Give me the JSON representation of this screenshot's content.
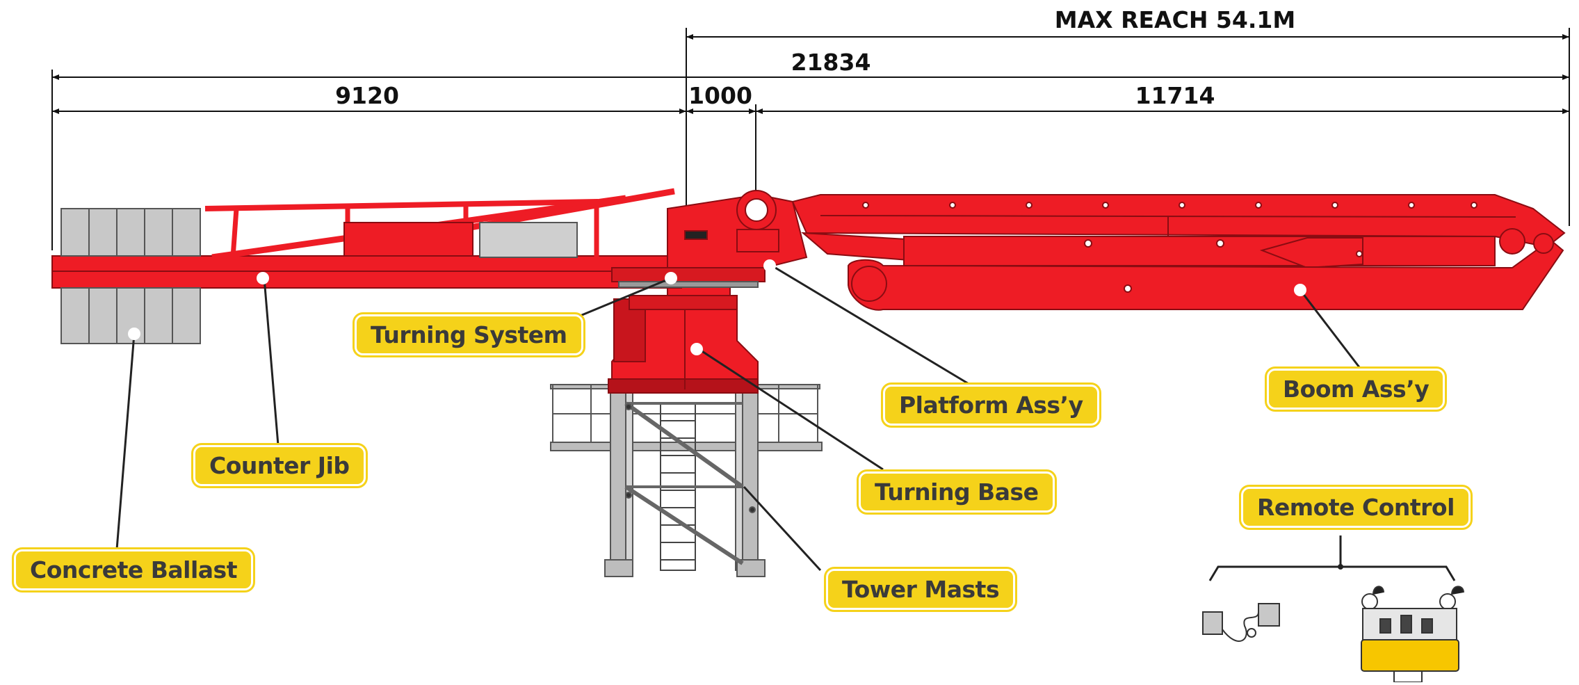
{
  "dimensions": {
    "max_reach": "MAX REACH 54.1M",
    "total": "21834",
    "counter_jib_length": "9120",
    "offset": "1000",
    "boom_length": "11714"
  },
  "labels": {
    "turning_system": "Turning System",
    "counter_jib": "Counter Jib",
    "concrete_ballast": "Concrete Ballast",
    "platform_assy": "Platform Ass’y",
    "turning_base": "Turning Base",
    "tower_masts": "Tower Masts",
    "boom_assy": "Boom Ass’y",
    "remote_control": "Remote Control"
  },
  "colors": {
    "boom_red": "#ee1c25",
    "dark_red": "#b5121a",
    "ballast_grey": "#c8c8c8",
    "mast_grey": "#bdbdbd",
    "label_yellow": "#f5d21a",
    "remote_yellow": "#f7c600"
  }
}
